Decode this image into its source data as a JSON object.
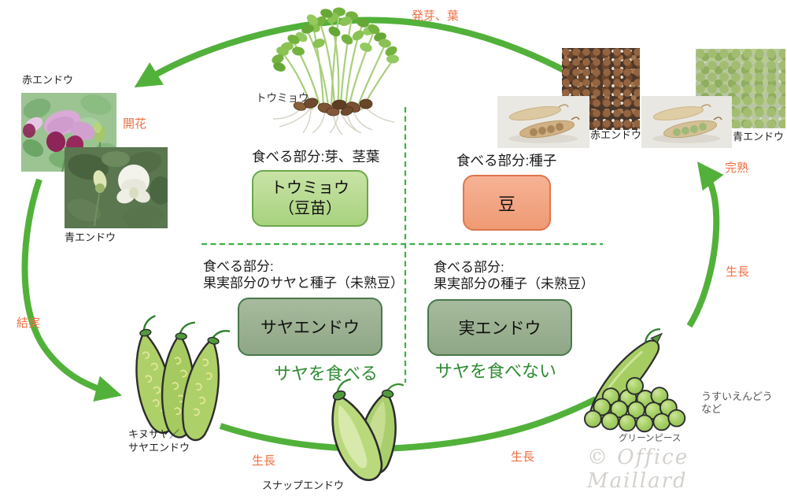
{
  "diagram": {
    "top": {
      "sprout_caption": "トウミョウ",
      "eat_label": "食べる部分:芽、茎葉",
      "box_line1": "トウミョウ",
      "box_line2": "（豆苗）",
      "bean_eat_label": "食べる部分:種子",
      "bean_box": "豆"
    },
    "quadrants": {
      "saya": {
        "eat_line1": "食べる部分:",
        "eat_line2": "果実部分のサヤと種子（未熟豆）",
        "box": "サヤエンドウ",
        "note": "サヤを食べる"
      },
      "mi": {
        "eat_line1": "食べる部分:",
        "eat_line2": "果実部分の種子（未熟豆）",
        "box": "実エンドウ",
        "note": "サヤを食べない"
      }
    },
    "cycle": {
      "germination": "発芽、葉",
      "flowering": "開花",
      "fruiting": "結実",
      "growth_left": "生長",
      "growth_right": "生長",
      "growth_side": "生長",
      "ripening": "完熟"
    },
    "photos": {
      "red_flower_label": "赤エンドウ",
      "white_flower_label": "青エンドウ",
      "red_seed_label": "赤エンドウ",
      "green_seed_label": "青エンドウ"
    },
    "products": {
      "kinusaya_line1": "キヌサヤ／",
      "kinusaya_line2": "サヤエンドウ",
      "snap": "スナップエンドウ",
      "greenpeas": "グリーンピース",
      "usui_line1": "うすいえんどう",
      "usui_line2": "など"
    },
    "watermark": "© Office Maillard",
    "colors": {
      "arrow_green": "#52b13a",
      "dashed_green": "#3faf4c",
      "orange_label": "#ee7045",
      "note_green": "#2e8b32",
      "tomyo_box_fill": "#b5d98f",
      "tomyo_box_border": "#6ba74c",
      "bean_box_fill": "#f3a381",
      "bean_box_border": "#df764c",
      "gray_box_fill": "#9db394",
      "gray_box_border": "#48794b"
    }
  }
}
